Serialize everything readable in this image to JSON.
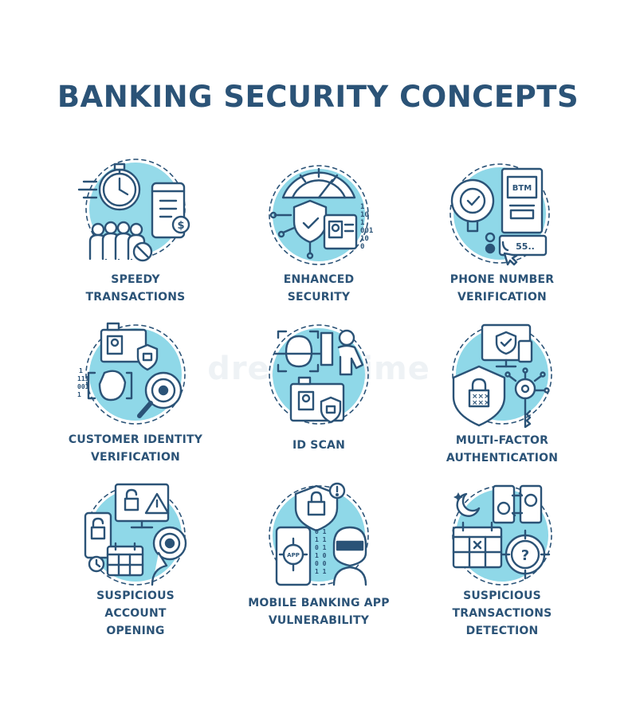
{
  "title": "BANKING SECURITY CONCEPTS",
  "watermark": "dreamstime",
  "colors": {
    "stroke": "#2b5377",
    "accent": "#8fd8e8",
    "background": "#ffffff"
  },
  "concepts": [
    {
      "icon": "stopwatch-crowd-phone-icon",
      "line1": "SPEEDY",
      "line2": "TRANSACTIONS"
    },
    {
      "icon": "shield-gauge-id-card-icon",
      "line1": "ENHANCED",
      "line2": "SECURITY"
    },
    {
      "icon": "atm-phone-call-icon",
      "line1": "PHONE NUMBER",
      "line2": "VERIFICATION",
      "atm_text": "BTM",
      "phone_text": "55.."
    },
    {
      "icon": "face-scan-magnifier-icon",
      "line1": "CUSTOMER IDENTITY",
      "line2": "VERIFICATION"
    },
    {
      "icon": "id-card-scan-icon",
      "line1": "ID SCAN"
    },
    {
      "icon": "shield-key-monitor-icon",
      "line1": "MULTI-FACTOR",
      "line2": "AUTHENTICATION"
    },
    {
      "icon": "calendar-lock-eye-icon",
      "line1": "SUSPICIOUS",
      "line2": "ACCOUNT",
      "line3": "OPENING"
    },
    {
      "icon": "phone-app-hacker-icon",
      "line1": "MOBILE BANKING APP",
      "line2": "VULNERABILITY",
      "app_text": "APP"
    },
    {
      "icon": "calendar-target-phones-icon",
      "line1": "SUSPICIOUS",
      "line2": "TRANSACTIONS",
      "line3": "DETECTION"
    }
  ]
}
